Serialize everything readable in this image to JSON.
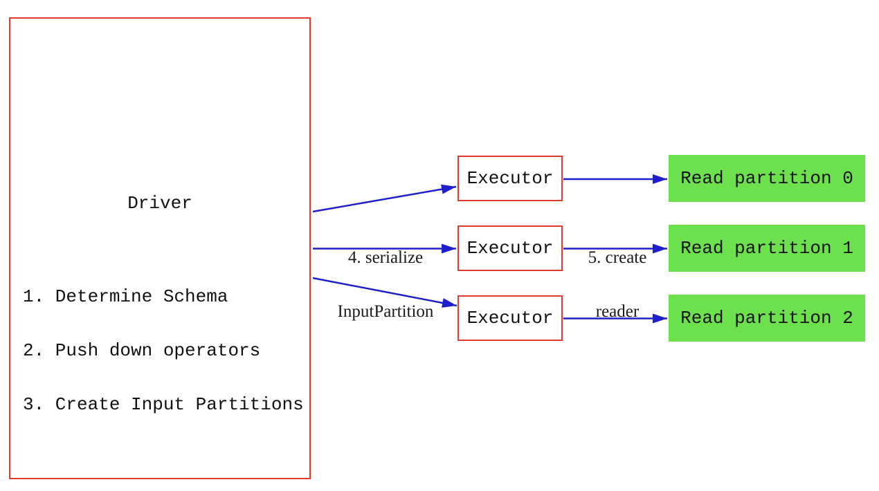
{
  "diagram": {
    "driver": {
      "title": "Driver",
      "steps": [
        "1. Determine Schema",
        "2. Push down operators",
        "3. Create Input Partitions"
      ]
    },
    "executors": [
      {
        "label": "Executor"
      },
      {
        "label": "Executor"
      },
      {
        "label": "Executor"
      }
    ],
    "partitions": [
      {
        "label": "Read partition 0"
      },
      {
        "label": "Read partition 1"
      },
      {
        "label": "Read partition 2"
      }
    ],
    "edge_labels": {
      "serialize_line1": "4. serialize",
      "serialize_line2": "InputPartition",
      "create_reader_line1": "5. create",
      "create_reader_line2": "reader"
    },
    "colors": {
      "box_border_red": "#e03a2f",
      "arrow_blue": "#1e1ecf",
      "partition_green": "#6ce04d",
      "background": "#ffffff",
      "text": "#111111"
    }
  }
}
